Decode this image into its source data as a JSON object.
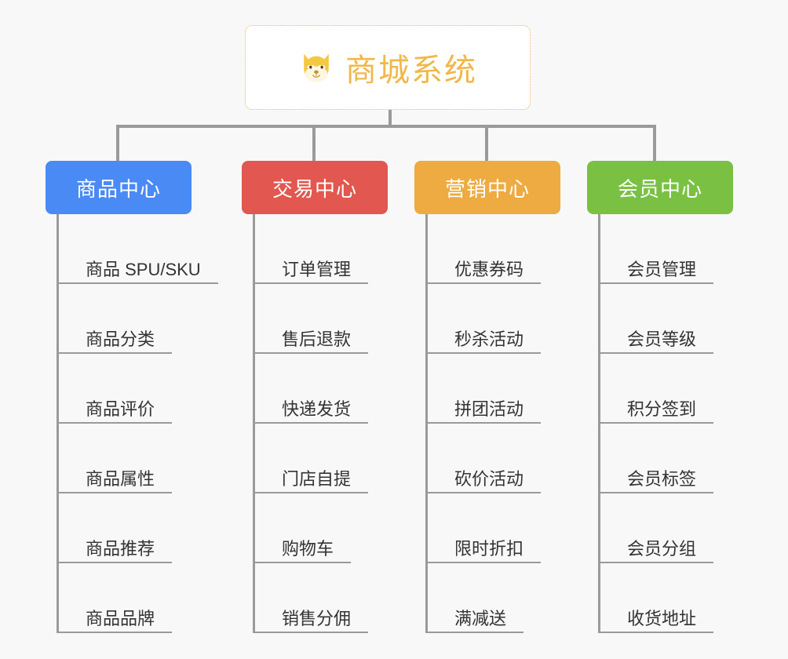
{
  "page": {
    "background_color": "#f8f8f8",
    "title": "商城系统"
  },
  "root": {
    "label": "商城系统",
    "icon": "dog-face-emoji",
    "icon_glyph": "🐶",
    "text_color": "#f0b849",
    "border_color": "#e8b55c",
    "background_color": "#ffffff"
  },
  "connector_color": "#9a9a9a",
  "columns": [
    {
      "id": "product-center",
      "label": "商品中心",
      "color": "#4a8af4",
      "items": [
        "商品 SPU/SKU",
        "商品分类",
        "商品评价",
        "商品属性",
        "商品推荐",
        "商品品牌"
      ]
    },
    {
      "id": "trade-center",
      "label": "交易中心",
      "color": "#e2574f",
      "items": [
        "订单管理",
        "售后退款",
        "快递发货",
        "门店自提",
        "购物车",
        "销售分佣"
      ]
    },
    {
      "id": "marketing-center",
      "label": "营销中心",
      "color": "#eeab41",
      "items": [
        "优惠券码",
        "秒杀活动",
        "拼团活动",
        "砍价活动",
        "限时折扣",
        "满减送"
      ]
    },
    {
      "id": "member-center",
      "label": "会员中心",
      "color": "#7ac143",
      "items": [
        "会员管理",
        "会员等级",
        "积分签到",
        "会员标签",
        "会员分组",
        "收货地址"
      ]
    }
  ]
}
